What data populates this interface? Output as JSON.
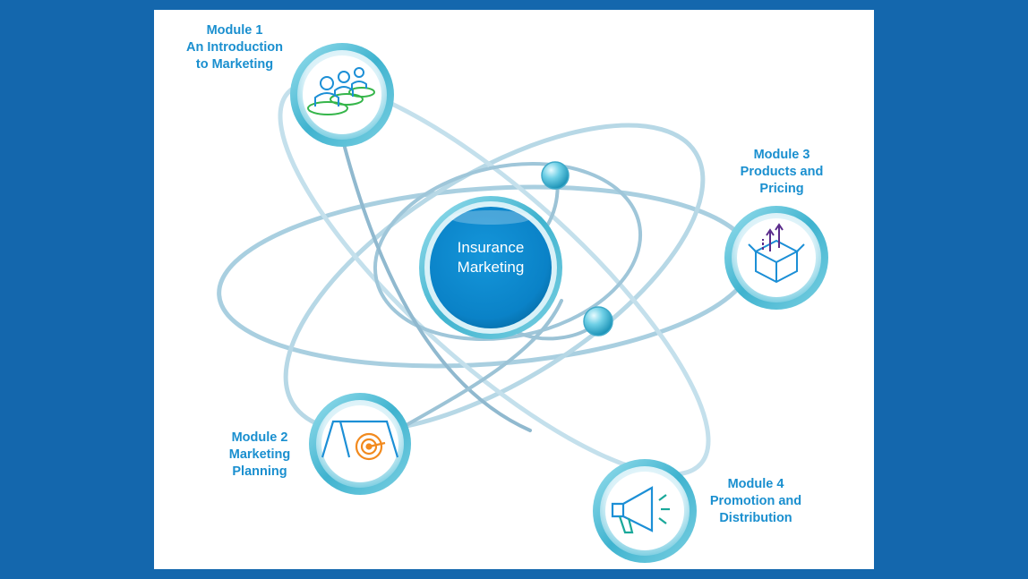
{
  "center": {
    "line1": "Insurance",
    "line2": "Marketing"
  },
  "modules": [
    {
      "title": "Module 1",
      "line1": "An Introduction",
      "line2": "to Marketing",
      "icon": "people-group-icon"
    },
    {
      "title": "Module 2",
      "line1": "Marketing",
      "line2": "Planning",
      "icon": "target-easel-icon"
    },
    {
      "title": "Module 3",
      "line1": "Products and",
      "line2": "Pricing",
      "icon": "box-arrows-icon"
    },
    {
      "title": "Module 4",
      "line1": "Promotion and",
      "line2": "Distribution",
      "icon": "megaphone-icon"
    }
  ],
  "colors": {
    "background": "#1467ad",
    "label_text": "#1a8fcf",
    "center_fill": "#0a86cc",
    "ring": "#5fc0d8",
    "orbit": "#b9d6e4",
    "icon_blue": "#1c8fd6",
    "icon_green": "#35b54a",
    "icon_orange": "#f28a1e",
    "icon_purple": "#5b2c8c",
    "icon_teal": "#1aa89a"
  }
}
